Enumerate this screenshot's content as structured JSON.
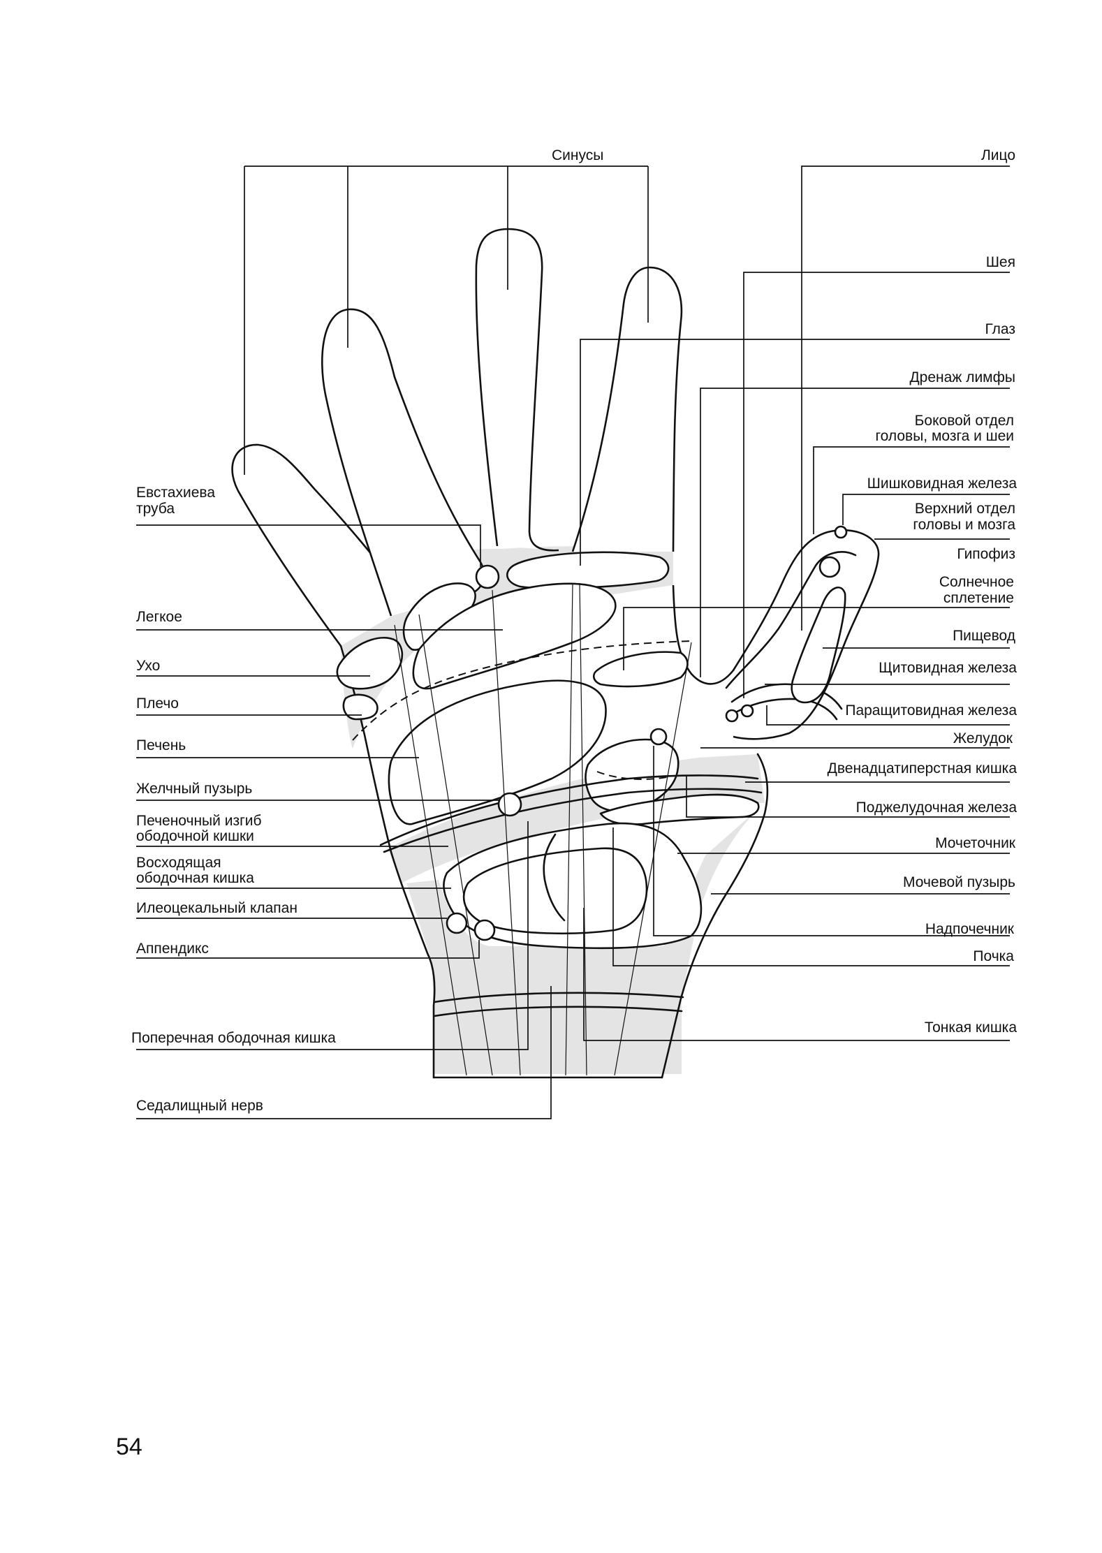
{
  "labels": {
    "sinuses": "Синусы",
    "face": "Лицо",
    "neck": "Шея",
    "eye": "Глаз",
    "lymph": "Дренаж лимфы",
    "lateral_1": "Боковой отдел",
    "lateral_2": "головы, мозга и шеи",
    "pineal": "Шишковидная железа",
    "upper_1": "Верхний отдел",
    "upper_2": "головы и мозга",
    "pituitary": "Гипофиз",
    "solar_1": "Солнечное",
    "solar_2": "сплетение",
    "esophagus": "Пищевод",
    "thyroid": "Щитовидная железа",
    "parathyroid": "Паращитовидная железа",
    "stomach": "Желудок",
    "duodenum": "Двенадцатиперстная кишка",
    "pancreas": "Поджелудочная железа",
    "ureter": "Мочеточник",
    "bladder": "Мочевой пузырь",
    "adrenal": "Надпочечник",
    "kidney": "Почка",
    "small_int": "Тонкая кишка",
    "eust_1": "Евстахиева",
    "eust_2": "труба",
    "lung": "Легкое",
    "ear": "Ухо",
    "shoulder": "Плечо",
    "liver": "Печень",
    "gallbladder": "Желчный пузырь",
    "hepflex_1": "Печеночный изгиб",
    "hepflex_2": "ободочной кишки",
    "ascend_1": "Восходящая",
    "ascend_2": "ободочная кишка",
    "ileocecal": "Илеоцекальный клапан",
    "appendix": "Аппендикс",
    "transverse": "Поперечная ободочная кишка",
    "sciatic": "Седалищный нерв"
  },
  "page_number": "54",
  "colors": {
    "line": "#111111",
    "shade": "#e4e4e4",
    "paper": "#ffffff"
  }
}
